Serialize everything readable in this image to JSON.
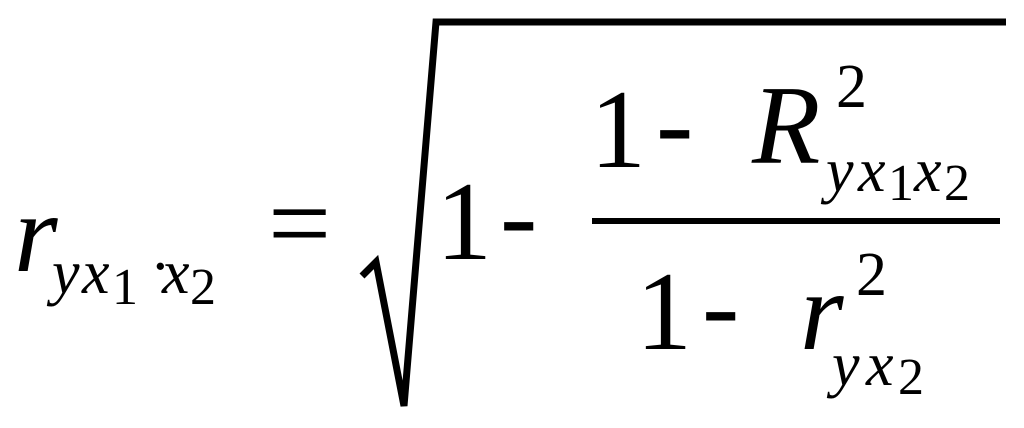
{
  "formula": {
    "lhs": {
      "base": "r",
      "sub_y": "y",
      "sub_x1": "x",
      "sub_1": "1",
      "sub_dot": "·",
      "sub_x2": "x",
      "sub_2": "2"
    },
    "equals": "=",
    "outer_one": "1",
    "outer_minus": "-",
    "numerator": {
      "one": "1",
      "minus": "-",
      "base": "R",
      "sup": "2",
      "sub_y": "y",
      "sub_x1": "x",
      "sub_1": "1",
      "sub_x2": "x",
      "sub_2": "2"
    },
    "denominator": {
      "one": "1",
      "minus": "-",
      "base": "r",
      "sup": "2",
      "sub_y": "y",
      "sub_x2": "x",
      "sub_2": "2"
    }
  }
}
